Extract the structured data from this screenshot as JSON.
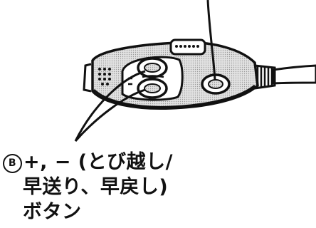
{
  "callout": {
    "marker": "B",
    "line1_text": "+, − (とび越し/",
    "line2_text": "早送り、早戻し)",
    "line3_text": "ボタン"
  },
  "colors": {
    "ink": "#111111",
    "body_fill": "#dcdcdc",
    "background": "#ffffff"
  }
}
